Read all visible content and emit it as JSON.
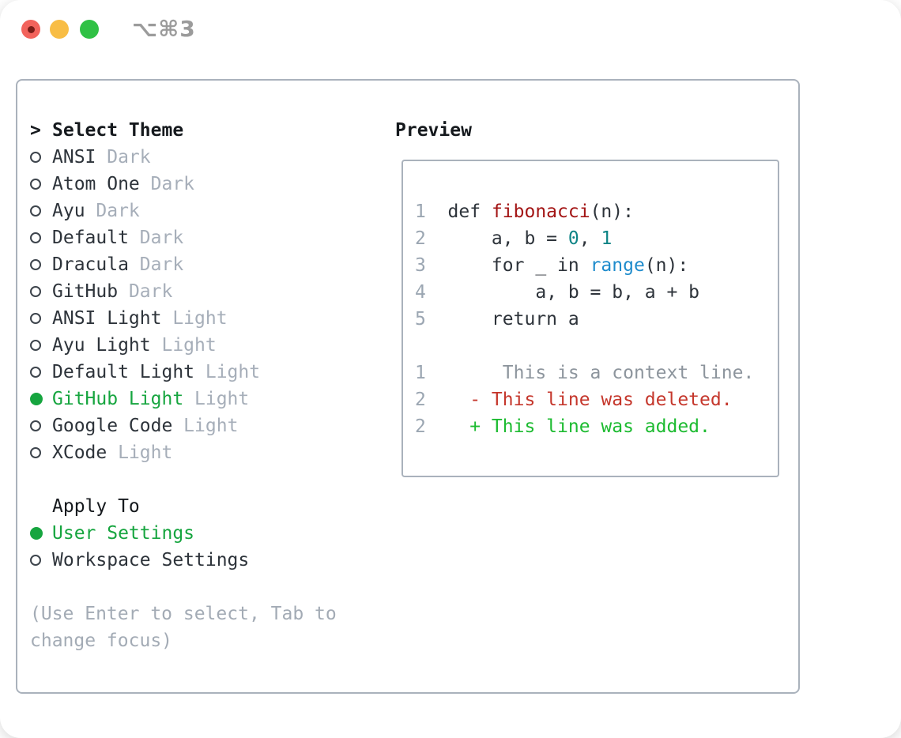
{
  "titlebar": {
    "shortcut": "⌥⌘3",
    "traffic_lights": [
      "close",
      "minimize",
      "zoom"
    ]
  },
  "theme_list": {
    "header": {
      "prompt": ">",
      "label": "Select Theme"
    },
    "items": [
      {
        "name": "ANSI",
        "variant": "Dark",
        "selected": false
      },
      {
        "name": "Atom One",
        "variant": "Dark",
        "selected": false
      },
      {
        "name": "Ayu",
        "variant": "Dark",
        "selected": false
      },
      {
        "name": "Default",
        "variant": "Dark",
        "selected": false
      },
      {
        "name": "Dracula",
        "variant": "Dark",
        "selected": false
      },
      {
        "name": "GitHub",
        "variant": "Dark",
        "selected": false
      },
      {
        "name": "ANSI Light",
        "variant": "Light",
        "selected": false
      },
      {
        "name": "Ayu Light",
        "variant": "Light",
        "selected": false
      },
      {
        "name": "Default Light",
        "variant": "Light",
        "selected": false
      },
      {
        "name": "GitHub Light",
        "variant": "Light",
        "selected": true
      },
      {
        "name": "Google Code",
        "variant": "Light",
        "selected": false
      },
      {
        "name": "XCode",
        "variant": "Light",
        "selected": false
      }
    ]
  },
  "apply_to": {
    "label": "Apply To",
    "options": [
      {
        "name": "User Settings",
        "selected": true
      },
      {
        "name": "Workspace Settings",
        "selected": false
      }
    ]
  },
  "hint_lines": [
    "(Use Enter to select, Tab to",
    "change focus)"
  ],
  "preview": {
    "title": "Preview",
    "code_lines": [
      {
        "lineno": "1",
        "segments": [
          {
            "text": "def ",
            "style": "code"
          },
          {
            "text": "fibonacci",
            "style": "function"
          },
          {
            "text": "(n):",
            "style": "code"
          }
        ]
      },
      {
        "lineno": "2",
        "segments": [
          {
            "text": "    a, b = ",
            "style": "code"
          },
          {
            "text": "0",
            "style": "number"
          },
          {
            "text": ", ",
            "style": "code"
          },
          {
            "text": "1",
            "style": "number"
          }
        ]
      },
      {
        "lineno": "3",
        "segments": [
          {
            "text": "    for _ in ",
            "style": "code"
          },
          {
            "text": "range",
            "style": "builtin"
          },
          {
            "text": "(n):",
            "style": "code"
          }
        ]
      },
      {
        "lineno": "4",
        "segments": [
          {
            "text": "        a, b = b, a + b",
            "style": "code"
          }
        ]
      },
      {
        "lineno": "5",
        "segments": [
          {
            "text": "    return a",
            "style": "code"
          }
        ]
      },
      {
        "lineno": "",
        "segments": []
      },
      {
        "lineno": "1",
        "segments": [
          {
            "text": "     This is a context line.",
            "style": "context"
          }
        ]
      },
      {
        "lineno": "2",
        "segments": [
          {
            "text": "  - This line was deleted.",
            "style": "removed"
          }
        ]
      },
      {
        "lineno": "2",
        "segments": [
          {
            "text": "  + This line was added.",
            "style": "added"
          }
        ]
      }
    ]
  },
  "colors": {
    "selected_green": "#16a53f",
    "text_primary": "#2d333a",
    "variant_gray": "#a6aeb9",
    "hint_gray": "#a3abb5",
    "lineno_gray": "#9ba6b2",
    "function_red": "#a31515",
    "number_teal": "#0e8486",
    "builtin_blue": "#1e8bcc",
    "context_gray": "#8d959d",
    "removed_red": "#c5372c",
    "added_green": "#1dbb31",
    "border_gray": "#aab2bc",
    "header_black": "#15191d",
    "traffic_red": "#f2635c",
    "traffic_red_dot": "#7a1d18",
    "traffic_yellow": "#f8bd45",
    "traffic_green": "#30c145",
    "shortcut_gray": "#9b9b9b"
  }
}
